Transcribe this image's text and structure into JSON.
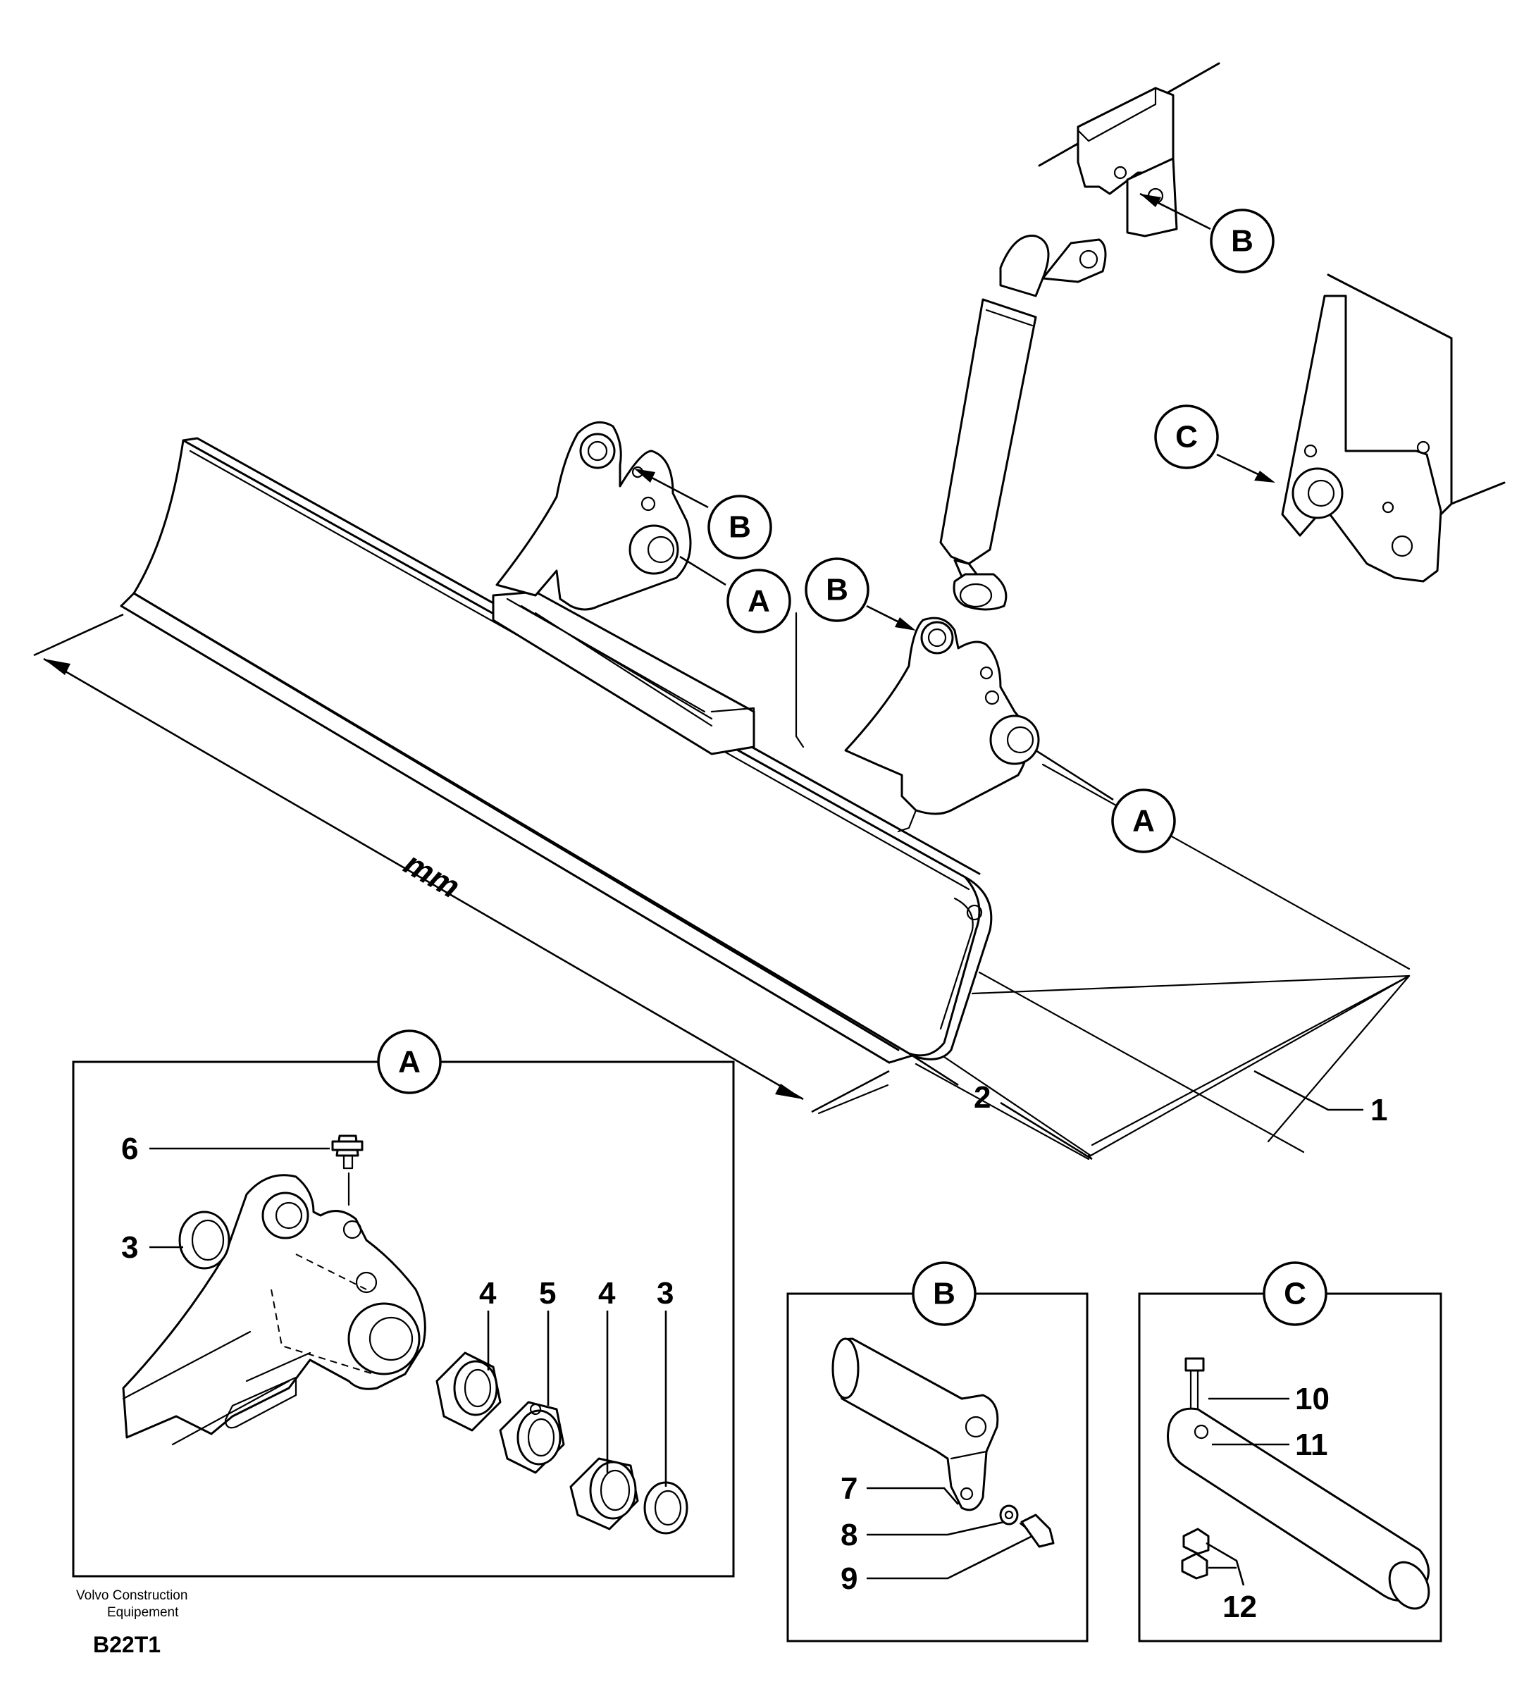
{
  "callouts": {
    "A": "A",
    "B": "B",
    "C": "C"
  },
  "dimension_label": "mm",
  "part_numbers": [
    "1",
    "2",
    "3",
    "4",
    "5",
    "6",
    "7",
    "8",
    "9",
    "10",
    "11",
    "12"
  ],
  "detail_views": [
    {
      "id": "A",
      "title": "A",
      "parts": [
        "6",
        "3",
        "4",
        "5",
        "4",
        "3"
      ]
    },
    {
      "id": "B",
      "title": "B",
      "parts": [
        "7",
        "8",
        "9"
      ]
    },
    {
      "id": "C",
      "title": "C",
      "parts": [
        "10",
        "11",
        "12"
      ]
    }
  ],
  "footer": {
    "company_line1": "Volvo Construction",
    "company_line2": "Equipement",
    "drawing_code": "B22T1"
  }
}
